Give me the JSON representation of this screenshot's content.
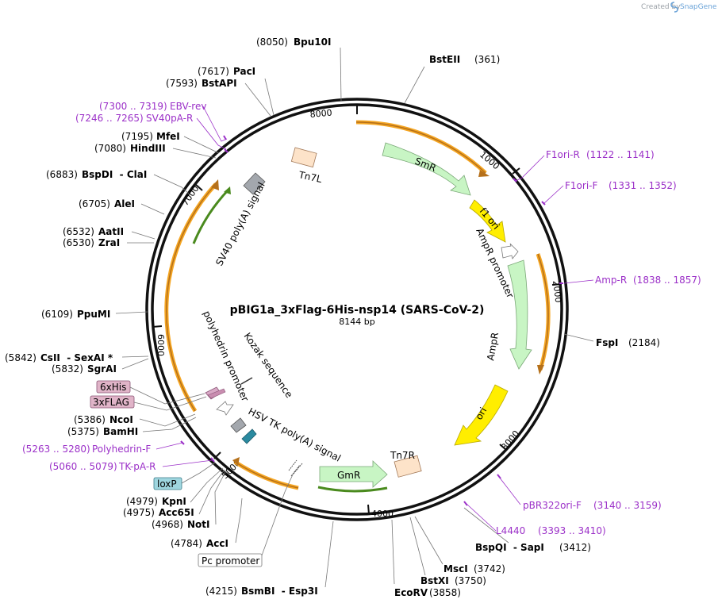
{
  "watermark": {
    "created_by": "Created by",
    "brand": "SnapGene"
  },
  "plasmid": {
    "name": "pBIG1a_3xFlag-6His-nsp14 (SARS-CoV-2)",
    "length": "8144 bp"
  },
  "ticks": [
    "1000",
    "2000",
    "3000",
    "4000",
    "5000",
    "6000",
    "7000",
    "8000"
  ],
  "sites": [
    {
      "name": "Bpu10I",
      "pos": "(8050)"
    },
    {
      "name": "BstEII",
      "pos": "(361)"
    },
    {
      "name": "PacI",
      "pos": "(7617)"
    },
    {
      "name": "BstAPI",
      "pos": "(7593)"
    },
    {
      "name": "MfeI",
      "pos": "(7195)"
    },
    {
      "name": "HindIII",
      "pos": "(7080)"
    },
    {
      "name": "BspDI  - ClaI",
      "pos": "(6883)"
    },
    {
      "name": "AleI",
      "pos": "(6705)"
    },
    {
      "name": "AatII",
      "pos": "(6532)"
    },
    {
      "name": "ZraI",
      "pos": "(6530)"
    },
    {
      "name": "PpuMI",
      "pos": "(6109)"
    },
    {
      "name": "CsII  - SexAI *",
      "pos": "(5842)"
    },
    {
      "name": "SgrAI",
      "pos": "(5832)"
    },
    {
      "name": "NcoI",
      "pos": "(5386)"
    },
    {
      "name": "BamHI",
      "pos": "(5375)"
    },
    {
      "name": "KpnI",
      "pos": "(4979)"
    },
    {
      "name": "Acc65I",
      "pos": "(4975)"
    },
    {
      "name": "NotI",
      "pos": "(4968)"
    },
    {
      "name": "AccI",
      "pos": "(4784)"
    },
    {
      "name": "BsmBI  - Esp3I",
      "pos": "(4215)"
    },
    {
      "name": "EcoRV",
      "pos": "(3858)"
    },
    {
      "name": "BstXI",
      "pos": "(3750)"
    },
    {
      "name": "MscI",
      "pos": "(3742)"
    },
    {
      "name": "BspQI  - SapI",
      "pos": "(3412)"
    },
    {
      "name": "FspI",
      "pos": "(2184)"
    }
  ],
  "primers": [
    {
      "name": "EBV-rev",
      "pos": "(7300 .. 7319)"
    },
    {
      "name": "SV40pA-R",
      "pos": "(7246 .. 7265)"
    },
    {
      "name": "F1ori-R",
      "pos": "(1122 .. 1141)"
    },
    {
      "name": "F1ori-F",
      "pos": "(1331 .. 1352)"
    },
    {
      "name": "Amp-R",
      "pos": "(1838 .. 1857)"
    },
    {
      "name": "pBR322ori-F",
      "pos": "(3140 .. 3159)"
    },
    {
      "name": "L4440",
      "pos": "(3393 .. 3410)"
    },
    {
      "name": "Polyhedrin-F",
      "pos": "(5263 .. 5280)"
    },
    {
      "name": "TK-pA-R",
      "pos": "(5060 .. 5079)"
    }
  ],
  "boxed_features": [
    "6xHis",
    "3xFLAG",
    "loxP",
    "Pc promoter"
  ],
  "features": {
    "smr": "SmR",
    "f1ori": "f1 ori",
    "ampr_promoter": "AmpR promoter",
    "ampr": "AmpR",
    "ori": "ori",
    "tn7r": "Tn7R",
    "gmr": "GmR",
    "hsv": "HSV TK poly(A) signal",
    "polyhedrin": "polyhedrin promoter",
    "kozak": "Kozak sequence",
    "sv40": "SV40 poly(A) signal",
    "tn7l": "Tn7L"
  },
  "colors": {
    "primer": "#9b30c8",
    "orf_orange": "#f5a623",
    "smr_green": "#c8f5c4",
    "yellow": "#ffee00",
    "tn7": "#fde3c9",
    "dark_green": "#4a8a1e"
  }
}
